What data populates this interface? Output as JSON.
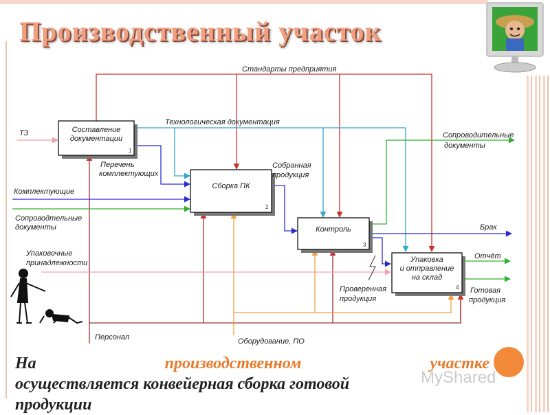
{
  "title": "Производственный участок",
  "boxes": [
    {
      "id": "b1",
      "lines": [
        "Составление",
        "документации"
      ],
      "num": "1"
    },
    {
      "id": "b2",
      "lines": [
        "Сборка ПК"
      ],
      "num": "2"
    },
    {
      "id": "b3",
      "lines": [
        "Контроль"
      ],
      "num": "3"
    },
    {
      "id": "b4",
      "lines": [
        "Упаковка",
        "и отправление",
        "на склад"
      ],
      "num": "4"
    }
  ],
  "labels": {
    "standards": "Стандарты предприятия",
    "tech_doc": "Технологическая документация",
    "tz": "ТЗ",
    "parts_list": [
      "Перечень",
      "комплектующих"
    ],
    "assembled": [
      "Собранная",
      "продукция"
    ],
    "components": "Комплектующие",
    "accomp_in": [
      "Сопроводтельные",
      "документы"
    ],
    "accomp_out": [
      "Сопроводительные",
      "документы"
    ],
    "packing": [
      "Упаковочные",
      "принадлежности"
    ],
    "defect": "Брак",
    "report": "Отчёт",
    "checked": [
      "Проверенная",
      "продукция"
    ],
    "finished": [
      "Готовая",
      "продукция"
    ],
    "personnel": "Персонал",
    "equipment": "Оборудование, ПО"
  },
  "caption": {
    "w1": "На",
    "w2": "производственном",
    "w3": "участке",
    "line2": "осуществляется конвейерная сборка готовой",
    "line3": "продукции"
  },
  "watermark": "MyShared",
  "colors": {
    "red": "#c83232",
    "blue": "#2a2ad0",
    "green": "#30b030",
    "cyan": "#30a8c8",
    "orange": "#f0a040",
    "pink": "#f2a0b0",
    "accent": "#e87a2c"
  }
}
